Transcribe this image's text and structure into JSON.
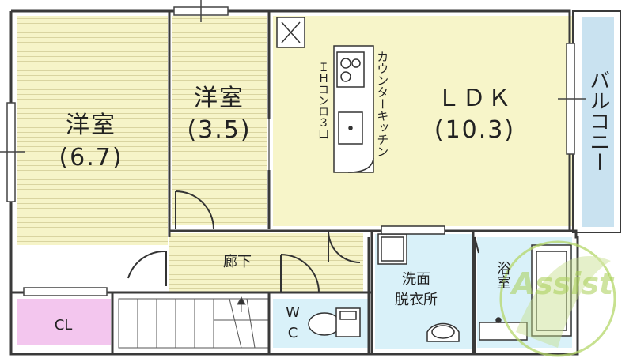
{
  "rooms": {
    "western_large": {
      "name": "洋室",
      "size": "(6.7)"
    },
    "western_small": {
      "name": "洋室",
      "size": "(3.5)"
    },
    "ldk": {
      "name": "ＬＤＫ",
      "size": "(10.3)"
    },
    "hallway": {
      "name": "廊下"
    },
    "closet": {
      "name": "CL"
    },
    "washroom": {
      "name_line1": "洗面",
      "name_line2": "脱衣所"
    },
    "toilet": {
      "name_line1": "W",
      "name_line2": "C"
    },
    "bath": {
      "name": "浴室"
    },
    "balcony": {
      "name": "バルコニー"
    }
  },
  "kitchen": {
    "counter_label": "カウンターキッチン",
    "stove_label": "ＩＨコンロ３口"
  },
  "watermark": {
    "text": "Assist"
  },
  "colors": {
    "bedroom": "#f6f4c8",
    "bedroom_line": "#c9c48e",
    "ldk": "#f7f5c9",
    "closet": "#f3c6ee",
    "wet": "#d9f1f9",
    "balcony": "#c9e2f0",
    "wall": "#3a3a3a",
    "watermark": "#b5d76a"
  }
}
